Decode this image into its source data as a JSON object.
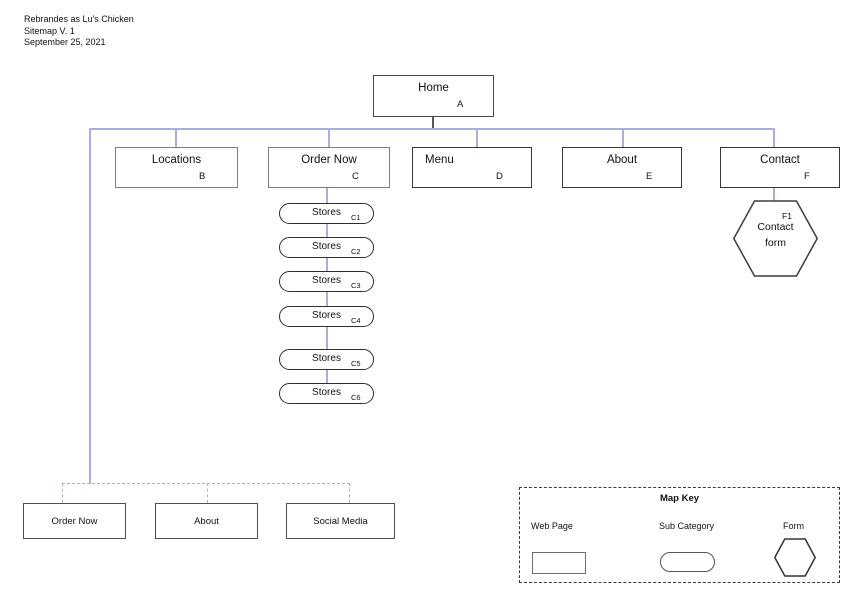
{
  "header": {
    "line1": "Rebrandes as Lu's Chicken",
    "line2": "Sitemap V. 1",
    "line3": "September 25, 2021"
  },
  "home": {
    "label": "Home",
    "code": "A"
  },
  "level2": [
    {
      "label": "Locations",
      "code": "B"
    },
    {
      "label": "Order Now",
      "code": "C"
    },
    {
      "label": "Menu",
      "code": "D"
    },
    {
      "label": "About",
      "code": "E"
    },
    {
      "label": "Contact",
      "code": "F"
    }
  ],
  "stores": [
    {
      "label": "Stores",
      "code": "C1"
    },
    {
      "label": "Stores",
      "code": "C2"
    },
    {
      "label": "Stores",
      "code": "C3"
    },
    {
      "label": "Stores",
      "code": "C4"
    },
    {
      "label": "Stores",
      "code": "C5"
    },
    {
      "label": "Stores",
      "code": "C6"
    }
  ],
  "contact_form": {
    "code": "F1",
    "line1": "Contact",
    "line2": "form"
  },
  "external": [
    {
      "label": "Order Now"
    },
    {
      "label": "About"
    },
    {
      "label": "Social Media"
    }
  ],
  "map_key": {
    "title": "Map Key",
    "items": [
      {
        "label": "Web Page",
        "shape": "rectangle"
      },
      {
        "label": "Sub Category",
        "shape": "pill"
      },
      {
        "label": "Form",
        "shape": "hexagon"
      }
    ]
  },
  "colors": {
    "connector": "#a9aede",
    "box_border_dark": "#383838",
    "box_border_gray": "#7c7c7c",
    "text": "#111111",
    "background": "#ffffff"
  }
}
